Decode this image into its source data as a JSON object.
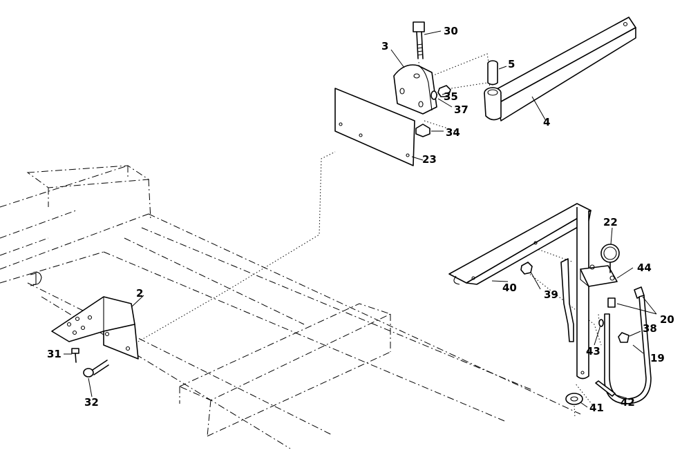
{
  "labels": {
    "p2": "2",
    "p3": "3",
    "p4": "4",
    "p5": "5",
    "p19": "19",
    "p20": "20",
    "p22": "22",
    "p23": "23",
    "p30": "30",
    "p31": "31",
    "p32": "32",
    "p34": "34",
    "p35": "35",
    "p37": "37",
    "p38": "38",
    "p39": "39",
    "p40": "40",
    "p41": "41",
    "p42": "42",
    "p43": "43",
    "p44": "44"
  }
}
